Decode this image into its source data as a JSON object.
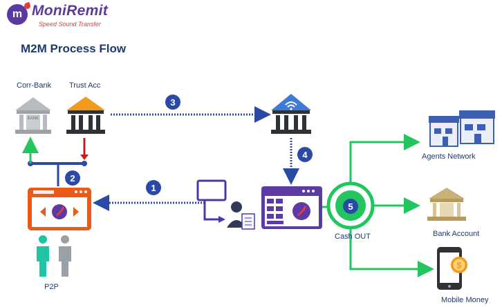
{
  "brand": {
    "mark": "m",
    "name": "MoniRemit",
    "tagline": "Speed Sound Transfer"
  },
  "page_title": "M2M Process Flow",
  "nodes": {
    "corr_bank": {
      "label": "Corr-Bank",
      "building_text": "BANK"
    },
    "trust_acc": {
      "label": "Trust Acc"
    },
    "p2p": {
      "label": "P2P"
    },
    "cash_out": {
      "label": "Cash OUT"
    },
    "agents_network": {
      "label": "Agents Network"
    },
    "bank_account": {
      "label": "Bank Account"
    },
    "mobile_money": {
      "label": "Mobile Money"
    }
  },
  "steps": [
    "1",
    "2",
    "3",
    "4",
    "5"
  ],
  "colors": {
    "navy": "#1f3a6d",
    "step_badge": "#2b4aa8",
    "green": "#22c55e",
    "orange": "#ea5b1a",
    "purple": "#5b3aa6",
    "red": "#c0201e",
    "teal": "#1ec4a3",
    "gray": "#9aa0a6"
  },
  "icons": [
    "bank-icon",
    "operator-icon",
    "wifi-icon",
    "store-icon",
    "phone-icon",
    "coin-icon",
    "person-icon"
  ]
}
